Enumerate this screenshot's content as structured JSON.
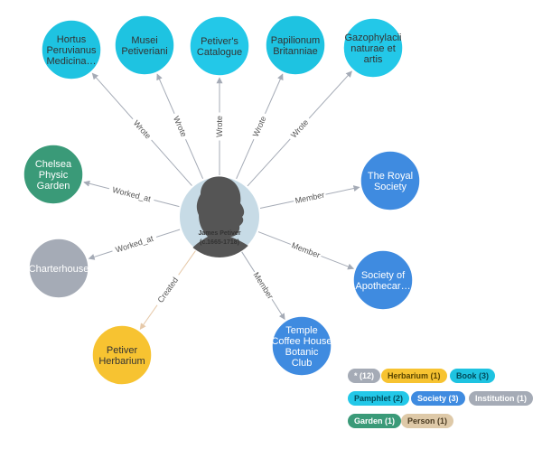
{
  "graph": {
    "center": {
      "name": "James Petiver",
      "dates": "(c.1665-1718)",
      "icon": "person-silhouette"
    },
    "nodes": [
      {
        "id": "hortus",
        "lines": [
          "Hortus",
          "Peruvianus",
          "Medicina…"
        ],
        "category": "Book"
      },
      {
        "id": "musei",
        "lines": [
          "Musei",
          "Petiveriani"
        ],
        "category": "Book"
      },
      {
        "id": "catalogue",
        "lines": [
          "Petiver's",
          "Catalogue"
        ],
        "category": "Pamphlet"
      },
      {
        "id": "papilionum",
        "lines": [
          "Papilionum",
          "Britanniae"
        ],
        "category": "Book"
      },
      {
        "id": "gazophylacii",
        "lines": [
          "Gazophylacii",
          "naturae et",
          "artis"
        ],
        "category": "Pamphlet"
      },
      {
        "id": "chelsea",
        "lines": [
          "Chelsea",
          "Physic",
          "Garden"
        ],
        "category": "Garden"
      },
      {
        "id": "charterhouse",
        "lines": [
          "Charterhouse"
        ],
        "category": "Institution"
      },
      {
        "id": "herbarium",
        "lines": [
          "Petiver",
          "Herbarium"
        ],
        "category": "Herbarium"
      },
      {
        "id": "temple",
        "lines": [
          "Temple",
          "Coffee House",
          "Botanic",
          "Club"
        ],
        "category": "Society"
      },
      {
        "id": "apothecaries",
        "lines": [
          "Society of",
          "Apothecar…"
        ],
        "category": "Society"
      },
      {
        "id": "royal",
        "lines": [
          "The Royal",
          "Society"
        ],
        "category": "Society"
      }
    ],
    "edges": [
      {
        "to": "hortus",
        "label": "Wrote"
      },
      {
        "to": "musei",
        "label": "Wrote"
      },
      {
        "to": "catalogue",
        "label": "Wrote"
      },
      {
        "to": "papilionum",
        "label": "Wrote"
      },
      {
        "to": "gazophylacii",
        "label": "Wrote"
      },
      {
        "to": "chelsea",
        "label": "Worked_at"
      },
      {
        "to": "charterhouse",
        "label": "Worked_at"
      },
      {
        "to": "herbarium",
        "label": "Created"
      },
      {
        "to": "temple",
        "label": "Member"
      },
      {
        "to": "apothecaries",
        "label": "Member"
      },
      {
        "to": "royal",
        "label": "Member"
      }
    ]
  },
  "legend": [
    {
      "id": "all",
      "label": "* (12)",
      "color": "#a5abb6",
      "text_color": "#ffffff"
    },
    {
      "id": "herbarium",
      "label": "Herbarium (1)",
      "color": "#f7c331",
      "text_color": "#5a4500"
    },
    {
      "id": "book",
      "label": "Book (3)",
      "color": "#1ec3e1",
      "text_color": "#004a5a"
    },
    {
      "id": "pamphlet",
      "label": "Pamphlet (2)",
      "color": "#23c8e8",
      "text_color": "#004a5a"
    },
    {
      "id": "society",
      "label": "Society (3)",
      "color": "#3f8be0",
      "text_color": "#ffffff"
    },
    {
      "id": "institution",
      "label": "Institution (1)",
      "color": "#a5abb6",
      "text_color": "#ffffff"
    },
    {
      "id": "garden",
      "label": "Garden (1)",
      "color": "#3a9a78",
      "text_color": "#ffffff"
    },
    {
      "id": "person",
      "label": "Person (1)",
      "color": "#dec9a8",
      "text_color": "#4a3a20"
    }
  ],
  "colors": {
    "Book": "#1ec3e1",
    "Pamphlet": "#23c8e8",
    "Society": "#3f8be0",
    "Institution": "#a5abb6",
    "Garden": "#3a9a78",
    "Herbarium": "#f7c331",
    "Person": "#c7dbe6",
    "edge": "#a5abb6",
    "edge_created": "#e6c9a9"
  }
}
